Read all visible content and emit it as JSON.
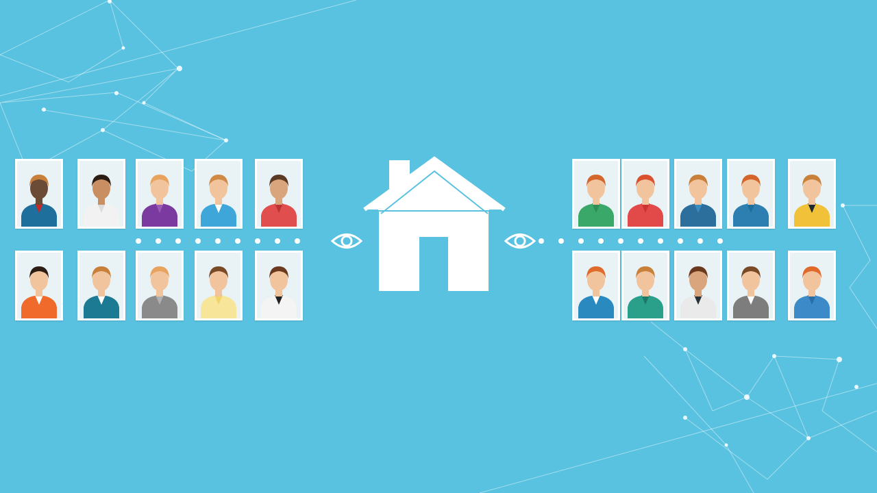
{
  "colors": {
    "background": "#59c2e0",
    "line": "#ffffff",
    "card_bg": "#e9f3f6",
    "skin_light": "#f2c49d",
    "skin_dark": "#6b4a36"
  },
  "center": {
    "icon": "house-icon"
  },
  "connectors": {
    "left_icon": "eye-icon",
    "right_icon": "eye-icon"
  },
  "left_people": [
    {
      "role": "person",
      "hair": "#c9803a",
      "shirt": "#1f6f9c",
      "accent": "#c62828",
      "skin": "#6b4a36"
    },
    {
      "role": "person",
      "hair": "#2b1d14",
      "shirt": "#f2f2f2",
      "accent": "#dcdcdc",
      "skin": "#c98f62"
    },
    {
      "role": "person",
      "hair": "#e8a35f",
      "shirt": "#7b3aa0",
      "accent": "#9b59b6",
      "skin": "#f2c49d"
    },
    {
      "role": "person",
      "hair": "#d08a45",
      "shirt": "#3ea6d8",
      "accent": "#ffffff",
      "skin": "#f2c49d"
    },
    {
      "role": "person",
      "hair": "#5b3a25",
      "shirt": "#e04e4e",
      "accent": "#b33",
      "skin": "#d9a57c"
    },
    {
      "role": "person",
      "hair": "#2b1d14",
      "shirt": "#f06a2b",
      "accent": "#ffffff",
      "skin": "#f2c49d"
    },
    {
      "role": "person",
      "hair": "#c9803a",
      "shirt": "#1c7a92",
      "accent": "#ffffff",
      "skin": "#f2c49d"
    },
    {
      "role": "person",
      "hair": "#e8a35f",
      "shirt": "#8a8a8a",
      "accent": "#b0b0b0",
      "skin": "#f2c49d"
    },
    {
      "role": "person",
      "hair": "#7a4a26",
      "shirt": "#f7e59a",
      "accent": "#f2d56a",
      "skin": "#f2c49d"
    },
    {
      "role": "person",
      "hair": "#6b3a1e",
      "shirt": "#f4f4f4",
      "accent": "#222222",
      "skin": "#f2c49d"
    }
  ],
  "right_people": [
    {
      "role": "person",
      "hair": "#d4652b",
      "shirt": "#39a868",
      "accent": "#2e8f56",
      "skin": "#f2c49d"
    },
    {
      "role": "person",
      "hair": "#d9512f",
      "shirt": "#e24a4a",
      "accent": "#c33",
      "skin": "#f2c49d"
    },
    {
      "role": "person",
      "hair": "#c9803a",
      "shirt": "#2d6f9c",
      "accent": "#3a8cc0",
      "skin": "#f2c49d"
    },
    {
      "role": "person",
      "hair": "#d4652b",
      "shirt": "#2c7fb0",
      "accent": "#1f6f9c",
      "skin": "#f2c49d"
    },
    {
      "role": "person",
      "hair": "#c9803a",
      "shirt": "#f2c13a",
      "accent": "#1e2a30",
      "skin": "#f2c49d"
    },
    {
      "role": "person",
      "hair": "#e06a2b",
      "shirt": "#2a8ac0",
      "accent": "#ffffff",
      "skin": "#f2c49d"
    },
    {
      "role": "person",
      "hair": "#c9803a",
      "shirt": "#2aa08a",
      "accent": "#1c7a6a",
      "skin": "#f2c49d"
    },
    {
      "role": "person",
      "hair": "#6b3a1e",
      "shirt": "#eaeaea",
      "accent": "#263238",
      "skin": "#d9a57c"
    },
    {
      "role": "person",
      "hair": "#7a4a26",
      "shirt": "#7d7d7d",
      "accent": "#ffffff",
      "skin": "#f2c49d"
    },
    {
      "role": "person",
      "hair": "#e06a2b",
      "shirt": "#3c8bc8",
      "accent": "#2a6ea6",
      "skin": "#f2c49d"
    }
  ]
}
